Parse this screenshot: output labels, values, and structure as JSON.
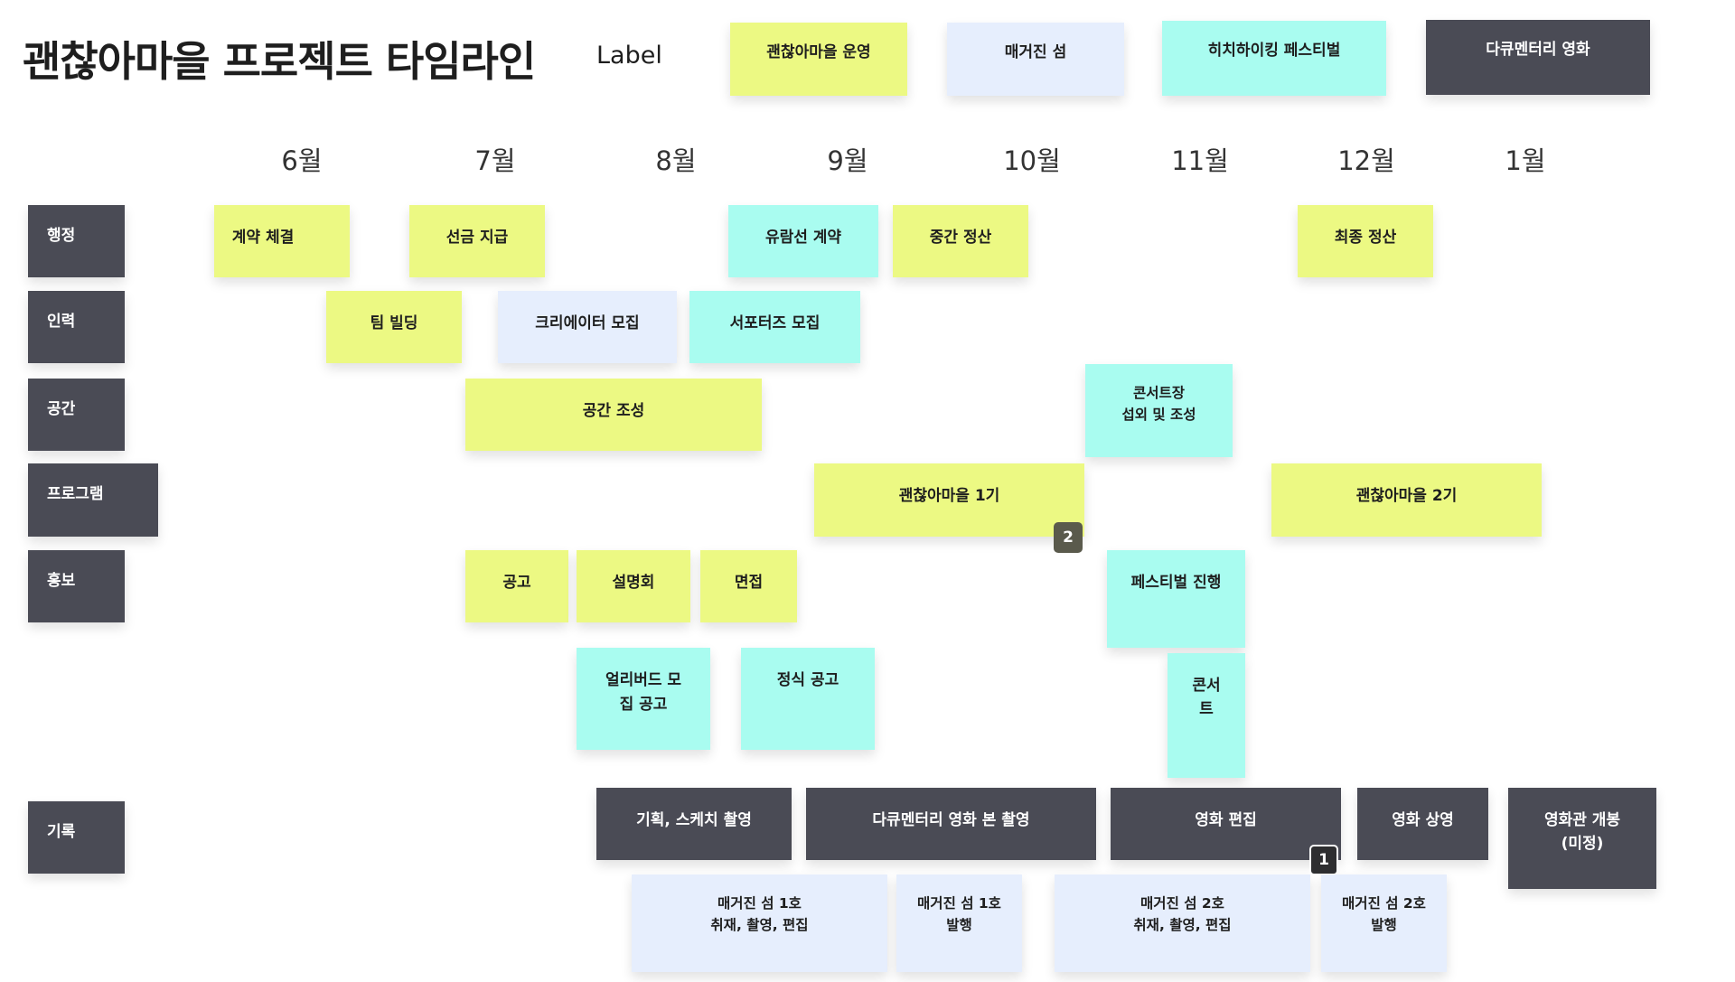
{
  "title": "괜찮아마을 프로젝트 타임라인",
  "legend": {
    "label": "Label",
    "items": [
      "괜찮아마을 운영",
      "매거진 섬",
      "히치하이킹 페스티벌",
      "다큐멘터리 영화"
    ]
  },
  "months": [
    "6월",
    "7월",
    "8월",
    "9월",
    "10월",
    "11월",
    "12월",
    "1월"
  ],
  "rows": [
    "행정",
    "인력",
    "공간",
    "프로그램",
    "홍보",
    "기록"
  ],
  "notes": {
    "admin": [
      "계약 체결",
      "선금 지급",
      "유람선 계약",
      "중간 정산",
      "최종 정산"
    ],
    "staff": [
      "팀 빌딩",
      "크리에이터 모집",
      "서포터즈 모집"
    ],
    "space": [
      "공간 조성",
      "콘서트장\n섭외 및 조성"
    ],
    "program": [
      "괜찮아마을 1기",
      "괜찮아마을 2기"
    ],
    "promo": [
      "공고",
      "설명회",
      "면접",
      "페스티벌 진행",
      "얼리버드 모\n집 공고",
      "정식 공고",
      "콘서\n트"
    ],
    "record": [
      "기획, 스케치 촬영",
      "다큐멘터리 영화 본 촬영",
      "영화 편집",
      "영화 상영",
      "영화관 개봉\n(미정)"
    ],
    "magazine": [
      "매거진 섬 1호\n취재, 촬영, 편집",
      "매거진 섬 1호\n발행",
      "매거진 섬 2호\n취재, 촬영, 편집",
      "매거진 섬 2호\n발행"
    ]
  },
  "badges": [
    "2",
    "1"
  ],
  "colors": {
    "operation": "#ecf983",
    "magazine": "#e6eefd",
    "festival": "#a9fcf0",
    "documentary": "#4a4b55"
  }
}
